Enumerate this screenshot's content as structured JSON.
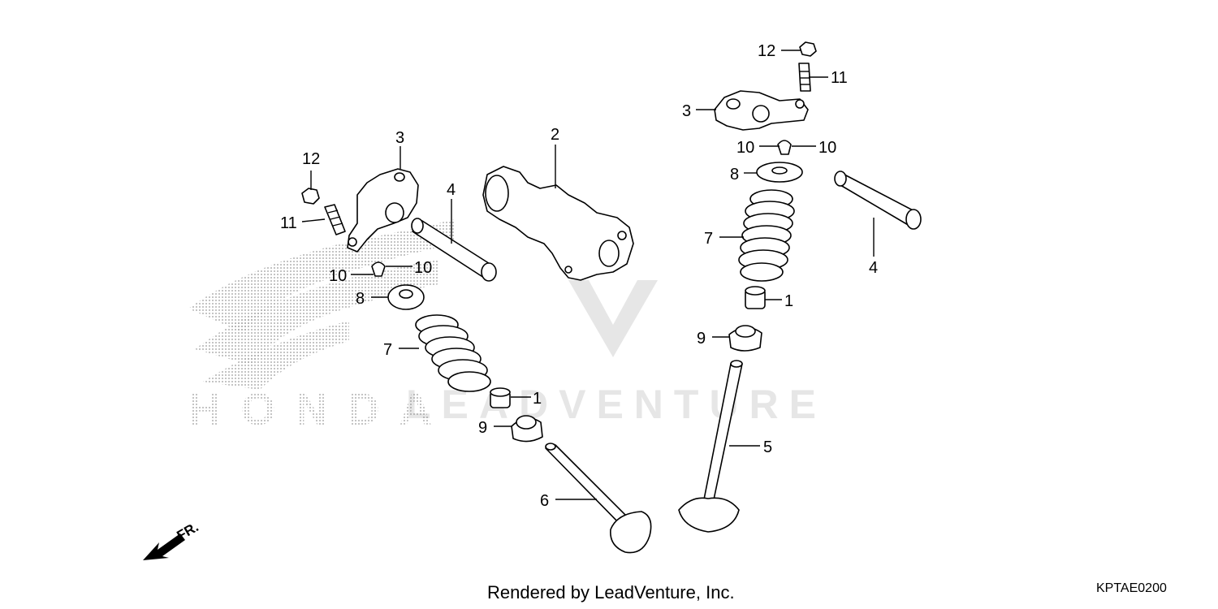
{
  "diagram": {
    "brand_logo_text": "HONDA",
    "watermark_text": "LEADVENTURE",
    "direction_label": "FR.",
    "callouts": {
      "left_12": "12",
      "left_11": "11",
      "left_3": "3",
      "left_4": "4",
      "cam_2": "2",
      "left_10a": "10",
      "left_10b": "10",
      "left_8": "8",
      "left_7": "7",
      "left_1": "1",
      "left_9": "9",
      "valve_6": "6",
      "right_12": "12",
      "right_11": "11",
      "right_3": "3",
      "right_10a": "10",
      "right_10b": "10",
      "right_8": "8",
      "right_7": "7",
      "right_1": "1",
      "right_9": "9",
      "right_4": "4",
      "valve_5": "5"
    }
  },
  "footer": {
    "credit": "Rendered by LeadVenture, Inc.",
    "code": "KPTAE0200"
  }
}
